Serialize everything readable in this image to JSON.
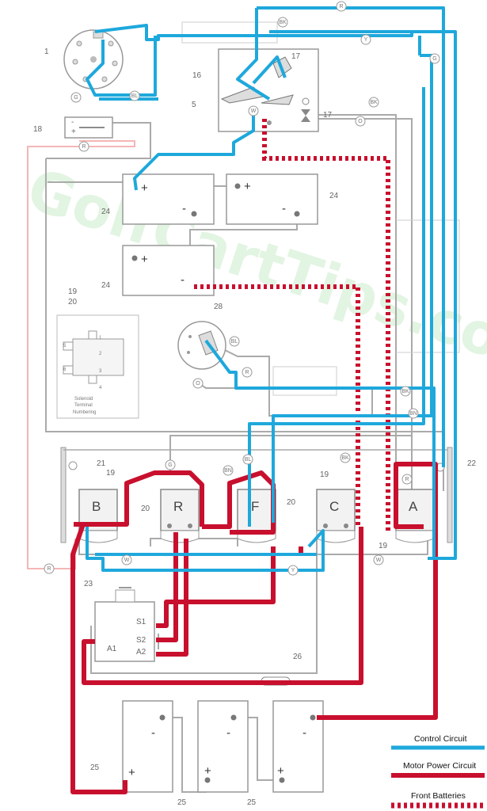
{
  "watermark": "GolfCartTips.com",
  "legend": {
    "control": "Control Circuit",
    "motor": "Motor Power Circuit",
    "front": "Front Batteries"
  },
  "colors": {
    "control": "#1ea8dc",
    "motor": "#c8102e",
    "wire": "#aaaaaa",
    "pink": "#f4b6b6"
  },
  "labels": {
    "c1": "1",
    "c5": "5",
    "c16": "16",
    "c17a": "17",
    "c17b": "17",
    "c18": "18",
    "c19a": "19",
    "c20a": "20",
    "c19b": "19",
    "c19c": "19",
    "c19d": "19",
    "c20b": "20",
    "c20c": "20",
    "c21": "21",
    "c22": "22",
    "c23": "23",
    "c24a": "24",
    "c24b": "24",
    "c24c": "24",
    "c25a": "25",
    "c25b": "25",
    "c25c": "25",
    "c26": "26",
    "c28": "28"
  },
  "solenoids": {
    "b": "B",
    "r": "R",
    "f": "F",
    "c": "C",
    "a": "A"
  },
  "motor_terminals": {
    "s1": "S1",
    "s2": "S2",
    "a2": "A2",
    "a1": "A1"
  },
  "wire_codes": {
    "r_top": "R",
    "bk_top": "BK",
    "y_top": "Y",
    "g_top": "G",
    "bl_top": "BL",
    "w_top": "W",
    "g_left": "G",
    "bk_right": "BK",
    "o_right": "O",
    "r_batt": "R",
    "r_left": "R",
    "bl_28": "BL",
    "r_28": "R",
    "o_28": "O",
    "bk_mid": "BK",
    "bn_mid": "BN",
    "g_mid": "G",
    "bn_sol": "BN",
    "bl_sol": "BL",
    "bk_sol": "BK",
    "r_sol": "R",
    "w_bot": "W",
    "y_bot": "Y",
    "w_bot2": "W"
  },
  "inset": {
    "caption_1": "Solenoid",
    "caption_2": "Terminal",
    "caption_3": "Numbering",
    "n1": "1",
    "n2": "2",
    "n3": "3",
    "n4": "4",
    "n5": "5",
    "n6": "6"
  },
  "fuse": {
    "minus": "-",
    "plus": "+"
  }
}
